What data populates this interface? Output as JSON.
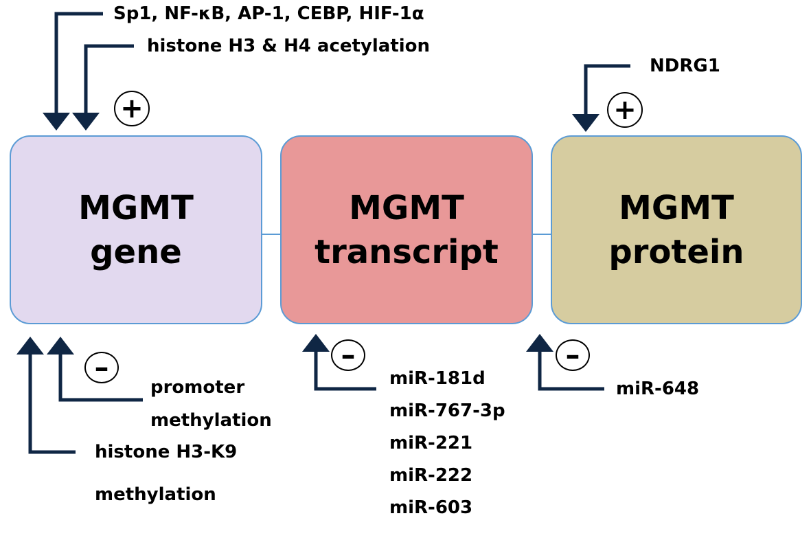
{
  "boxes": {
    "gene": {
      "line1": "MGMT",
      "line2": "gene",
      "fill": "#e2d9ef"
    },
    "transcript": {
      "line1": "MGMT",
      "line2": "transcript",
      "fill": "#e89898"
    },
    "protein": {
      "line1": "MGMT",
      "line2": "protein",
      "fill": "#d6cca0"
    }
  },
  "connector_color": "#5b9bd5",
  "arrow_color": "#0f2644",
  "regulators": {
    "transcription_factors": "Sp1, NF-κB, AP-1, CEBP, HIF-1α",
    "histone_acetylation": "histone H3 & H4 acetylation",
    "ndrg1": "NDRG1",
    "promoter_methylation": [
      "promoter",
      "methylation"
    ],
    "histone_k9_methylation": [
      "histone H3-K9",
      "methylation"
    ],
    "transcript_mirnas": [
      "miR-181d",
      "miR-767-3p",
      "miR-221",
      "miR-222",
      "miR-603"
    ],
    "protein_mirna": "miR-648"
  },
  "signs": {
    "positive": "+",
    "negative": "–"
  }
}
